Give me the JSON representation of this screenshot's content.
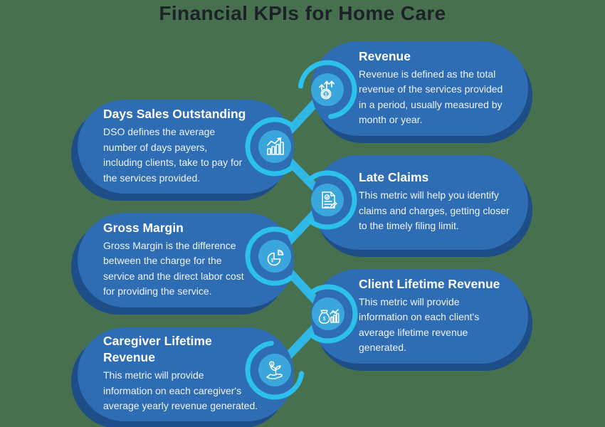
{
  "title": "Financial KPIs for Home Care",
  "colors": {
    "bg_green": "#47704F",
    "card_blue": "#2E6CB4",
    "card_shadow_blue": "#1D4E87",
    "node_blue": "#3BA6DB",
    "accent_cyan": "#2FB7E6",
    "arc_cyan": "#2CC0EC",
    "title_dark": "#1C2228",
    "text_white": "#EFF5FA"
  },
  "cards": [
    {
      "title": "Revenue",
      "body": "Revenue is defined as the total\nrevenue of the services provided\nin a period, usually measured by\nmonth or year.",
      "side": "right",
      "icon": "money-growth-arrows-icon"
    },
    {
      "title": "Days Sales Outstanding",
      "body": "DSO defines the average\nnumber of days payers,\nincluding clients, take to pay for\nthe services provided.",
      "side": "left",
      "icon": "bar-chart-growth-icon"
    },
    {
      "title": "Late Claims",
      "body": "This metric will help you identify\nclaims and charges, getting closer\nto the timely filing limit.",
      "side": "right",
      "icon": "claim-document-icon"
    },
    {
      "title": "Gross Margin",
      "body": "Gross Margin is the difference\nbetween the charge for the\nservice and the direct labor cost\nfor providing the service.",
      "side": "left",
      "icon": "pie-chart-percent-icon"
    },
    {
      "title": "Client Lifetime Revenue",
      "body": "This metric will provide\ninformation on each client's\naverage lifetime revenue\ngenerated.",
      "side": "right",
      "icon": "money-bag-chart-icon"
    },
    {
      "title": "Caregiver Lifetime\nRevenue",
      "body": "This metric will provide\ninformation on each caregiver's\naverage yearly revenue generated.",
      "side": "left",
      "icon": "hand-plant-growth-icon"
    }
  ]
}
